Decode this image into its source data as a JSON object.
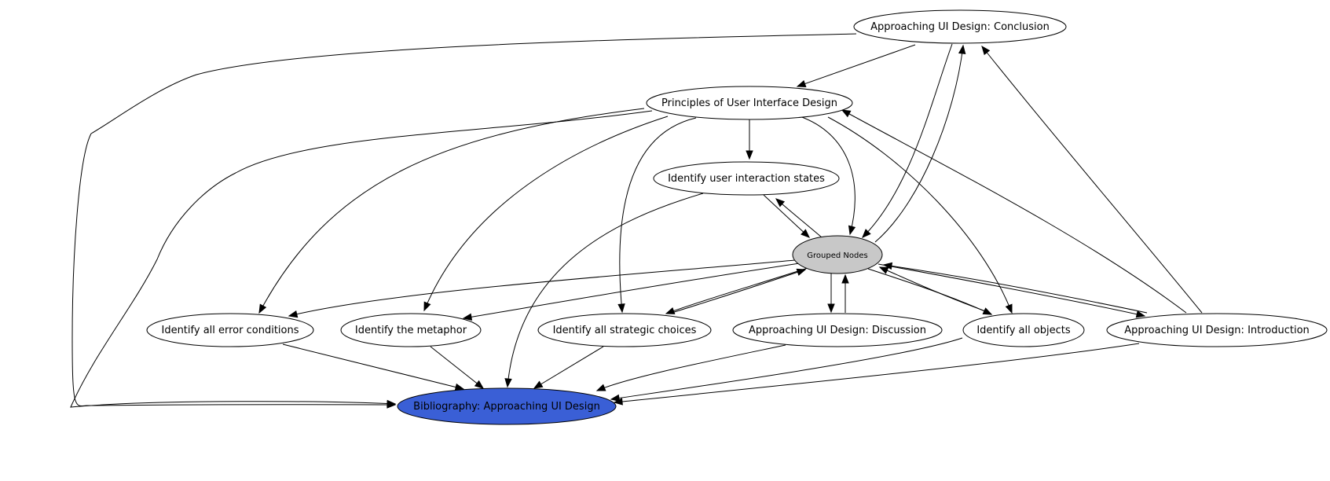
{
  "nodes": [
    {
      "id": "conclusion",
      "label": "Approaching UI Design: Conclusion",
      "fill": "#ffffff"
    },
    {
      "id": "principles",
      "label": "Principles of User Interface Design",
      "fill": "#ffffff"
    },
    {
      "id": "interaction_states",
      "label": "Identify user interaction states",
      "fill": "#ffffff"
    },
    {
      "id": "grouped",
      "label": "Grouped Nodes",
      "fill": "#c8c8c8"
    },
    {
      "id": "error_conditions",
      "label": "Identify all error conditions",
      "fill": "#ffffff"
    },
    {
      "id": "metaphor",
      "label": "Identify the metaphor",
      "fill": "#ffffff"
    },
    {
      "id": "strategic_choices",
      "label": "Identify all strategic choices",
      "fill": "#ffffff"
    },
    {
      "id": "discussion",
      "label": "Approaching UI Design: Discussion",
      "fill": "#ffffff"
    },
    {
      "id": "objects",
      "label": "Identify all objects",
      "fill": "#ffffff"
    },
    {
      "id": "introduction",
      "label": "Approaching UI Design: Introduction",
      "fill": "#ffffff"
    },
    {
      "id": "bibliography",
      "label": "Bibliography: Approaching UI Design",
      "fill": "#3a5fd6"
    }
  ],
  "edges": [
    {
      "from": "conclusion",
      "to": "principles"
    },
    {
      "from": "conclusion",
      "to": "grouped"
    },
    {
      "from": "conclusion",
      "to": "bibliography"
    },
    {
      "from": "grouped",
      "to": "conclusion"
    },
    {
      "from": "introduction",
      "to": "conclusion"
    },
    {
      "from": "principles",
      "to": "interaction_states"
    },
    {
      "from": "principles",
      "to": "error_conditions"
    },
    {
      "from": "principles",
      "to": "metaphor"
    },
    {
      "from": "principles",
      "to": "strategic_choices"
    },
    {
      "from": "principles",
      "to": "grouped"
    },
    {
      "from": "principles",
      "to": "objects"
    },
    {
      "from": "principles",
      "to": "bibliography"
    },
    {
      "from": "introduction",
      "to": "principles"
    },
    {
      "from": "interaction_states",
      "to": "grouped"
    },
    {
      "from": "grouped",
      "to": "interaction_states"
    },
    {
      "from": "interaction_states",
      "to": "bibliography"
    },
    {
      "from": "grouped",
      "to": "error_conditions"
    },
    {
      "from": "grouped",
      "to": "metaphor"
    },
    {
      "from": "grouped",
      "to": "strategic_choices"
    },
    {
      "from": "strategic_choices",
      "to": "grouped"
    },
    {
      "from": "grouped",
      "to": "discussion"
    },
    {
      "from": "discussion",
      "to": "grouped"
    },
    {
      "from": "grouped",
      "to": "objects"
    },
    {
      "from": "objects",
      "to": "grouped"
    },
    {
      "from": "grouped",
      "to": "introduction"
    },
    {
      "from": "introduction",
      "to": "grouped"
    },
    {
      "from": "error_conditions",
      "to": "bibliography"
    },
    {
      "from": "metaphor",
      "to": "bibliography"
    },
    {
      "from": "strategic_choices",
      "to": "bibliography"
    },
    {
      "from": "discussion",
      "to": "bibliography"
    },
    {
      "from": "objects",
      "to": "bibliography"
    },
    {
      "from": "introduction",
      "to": "bibliography"
    }
  ]
}
